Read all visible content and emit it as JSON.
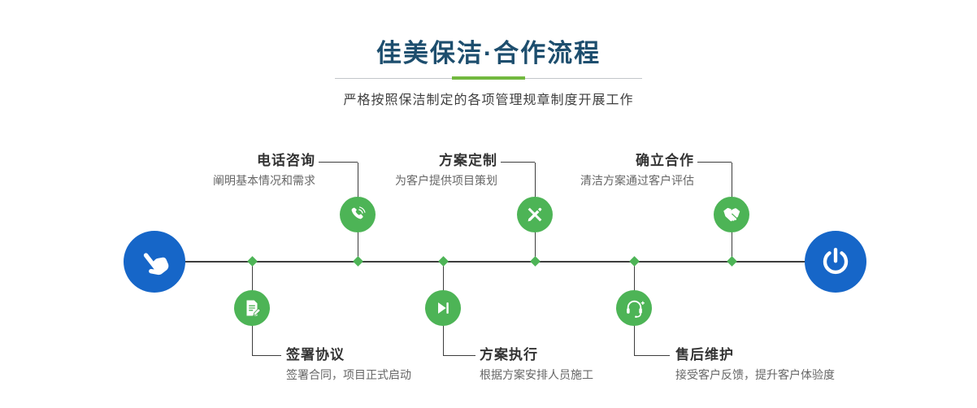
{
  "header": {
    "title": "佳美保洁·合作流程",
    "subtitle": "严格按照保洁制定的各项管理规章制度开展工作"
  },
  "colors": {
    "title_navy": "#1d4e6e",
    "accent_green": "#4db456",
    "divider_green": "#72b93f",
    "endpoint_blue": "#1666c8",
    "line_gray": "#3d3d3d",
    "step_title": "#333333",
    "step_desc": "#666666"
  },
  "timeline": {
    "start_icon": "hand-pointer-icon",
    "end_icon": "power-icon"
  },
  "steps": {
    "top": [
      {
        "title": "电话咨询",
        "desc": "阐明基本情况和需求",
        "icon": "phone-icon"
      },
      {
        "title": "方案定制",
        "desc": "为客户提供项目策划",
        "icon": "design-pen-icon"
      },
      {
        "title": "确立合作",
        "desc": "清洁方案通过客户评估",
        "icon": "handshake-icon"
      }
    ],
    "bottom": [
      {
        "title": "签署协议",
        "desc": "签署合同，项目正式启动",
        "icon": "contract-icon"
      },
      {
        "title": "方案执行",
        "desc": "根据方案安排人员施工",
        "icon": "play-next-icon"
      },
      {
        "title": "售后维护",
        "desc": "接受客户反馈，提升客户体验度",
        "icon": "headset-icon"
      }
    ]
  }
}
